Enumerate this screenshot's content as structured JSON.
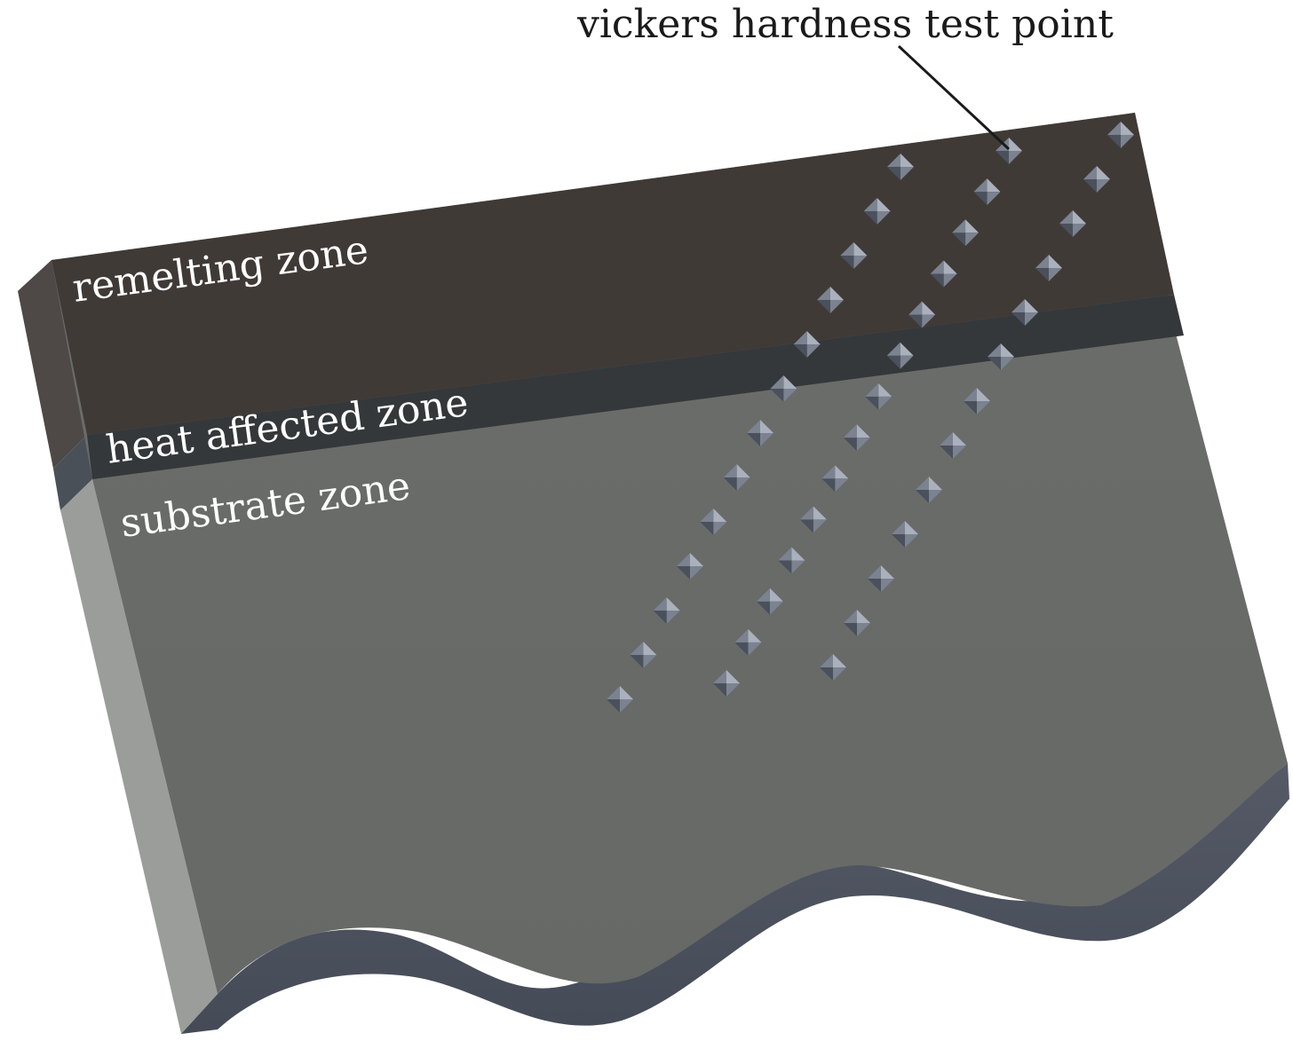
{
  "labels": {
    "test_point": "vickers hardness test point",
    "remelting_zone": "remelting zone",
    "heat_affected_zone": "heat affected zone",
    "substrate_zone": "substrate zone"
  },
  "colors": {
    "remelting_top": "#403a37",
    "remelting_side": "#4e4846",
    "heat_affected": "#34383b",
    "heat_affected_side": "#4a5058",
    "substrate_top": "#696b68",
    "substrate_side": "#9b9d9b",
    "substrate_bottom_edge": "#4b4f5d",
    "indent_light": "#aab0bc",
    "indent_mid": "#7b8290",
    "indent_dark": "#4a505c",
    "leader_line": "#1a1a1a"
  },
  "indentation_rows": {
    "count_per_row": [
      13,
      14,
      13
    ]
  }
}
